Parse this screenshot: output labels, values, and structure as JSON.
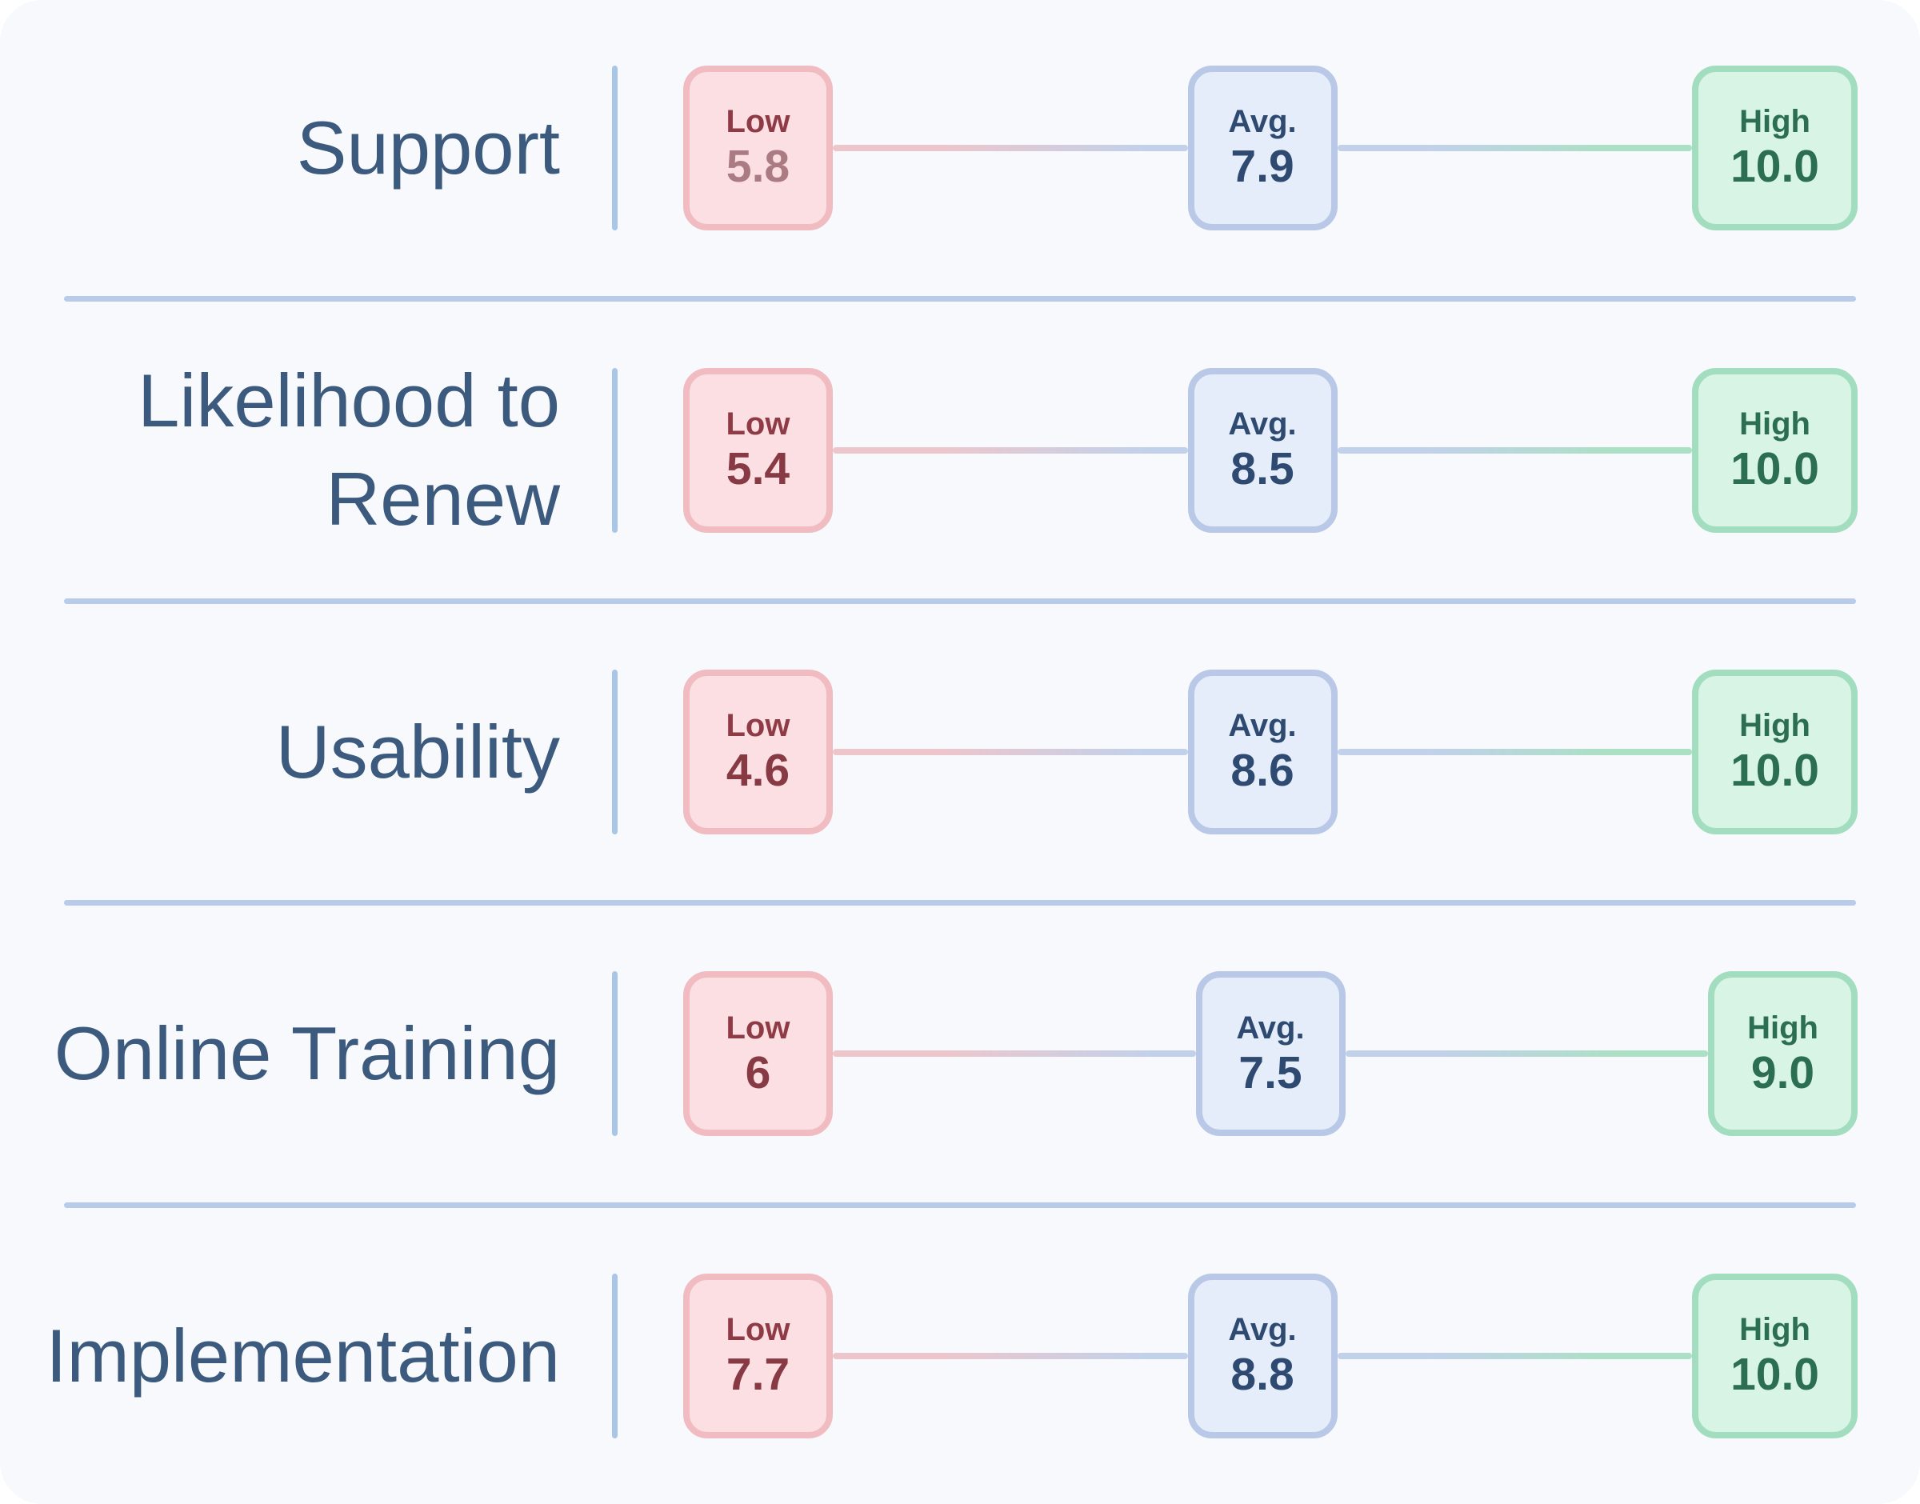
{
  "labels": {
    "low": "Low",
    "avg": "Avg.",
    "high": "High"
  },
  "rows": [
    {
      "name": "Support",
      "low": "5.8",
      "avg": "7.9",
      "high": "10.0"
    },
    {
      "name": "Likelihood to\nRenew",
      "low": "5.4",
      "avg": "8.5",
      "high": "10.0"
    },
    {
      "name": "Usability",
      "low": "4.6",
      "avg": "8.6",
      "high": "10.0"
    },
    {
      "name": "Online Training",
      "low": "6",
      "avg": "7.5",
      "high": "9.0"
    },
    {
      "name": "Implementation",
      "low": "7.7",
      "avg": "8.8",
      "high": "10.0"
    }
  ],
  "palette": {
    "card-bg": "#f7f9fc",
    "label": "#3c5a7d",
    "sep": "#b8cbe8",
    "vdiv": "#a9c6e6",
    "low-bg": "#fbdfe2",
    "low-border": "#f0bcc1",
    "low-text": "#8e3b46",
    "low-value": "#873a44",
    "low-value-muted": "#ab7b84",
    "avg-bg": "#e4edf9",
    "avg-border": "#b8c8e6",
    "avg-text": "#2e4a70",
    "high-bg": "#d8f4e4",
    "high-border": "#a2ddbf",
    "high-text": "#2b6e52",
    "line-pink": "#edc6cb",
    "line-blue": "#c2d1ea",
    "line-green": "#abe0c4"
  },
  "chart_data": {
    "type": "table",
    "title": "",
    "categories": [
      "Support",
      "Likelihood to Renew",
      "Usability",
      "Online Training",
      "Implementation"
    ],
    "series": [
      {
        "name": "Low",
        "values": [
          5.8,
          5.4,
          4.6,
          6.0,
          7.7
        ]
      },
      {
        "name": "Avg.",
        "values": [
          7.9,
          8.5,
          8.6,
          7.5,
          8.8
        ]
      },
      {
        "name": "High",
        "values": [
          10.0,
          10.0,
          10.0,
          9.0,
          10.0
        ]
      }
    ],
    "value_range": [
      0,
      10
    ],
    "grid": false,
    "legend_position": "none",
    "layout": "horizontal rows, each category shows Low/Avg/High badges connected by gradient lines"
  }
}
